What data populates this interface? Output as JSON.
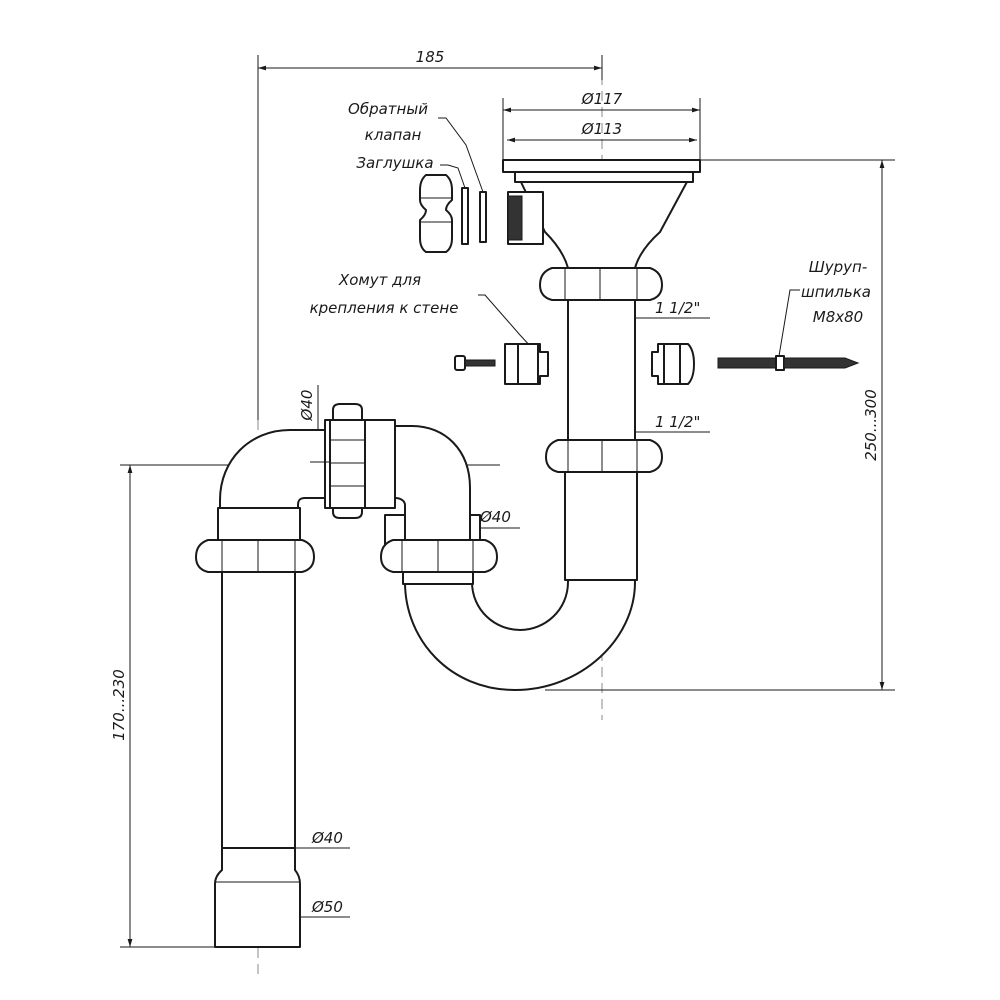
{
  "dimensions": {
    "overall_width": "185",
    "flange_outer_diameter": "Ø117",
    "flange_inner_diameter": "Ø113",
    "height_range": "250...300",
    "outlet_height_range": "170...230",
    "elbow_diameter": "Ø40",
    "horizontal_arm_diameter": "Ø40",
    "thread_upper": "1 1/2\"",
    "thread_lower": "1 1/2\"",
    "outlet_pipe_diameter": "Ø40",
    "outlet_socket_diameter": "Ø50"
  },
  "callouts": {
    "check_valve": [
      "Обратный",
      "клапан"
    ],
    "plug": "Заглушка",
    "wall_clamp": [
      "Хомут для",
      "крепления к стене"
    ],
    "screw": [
      "Шуруп-",
      "шпилька",
      "M8x80"
    ]
  }
}
